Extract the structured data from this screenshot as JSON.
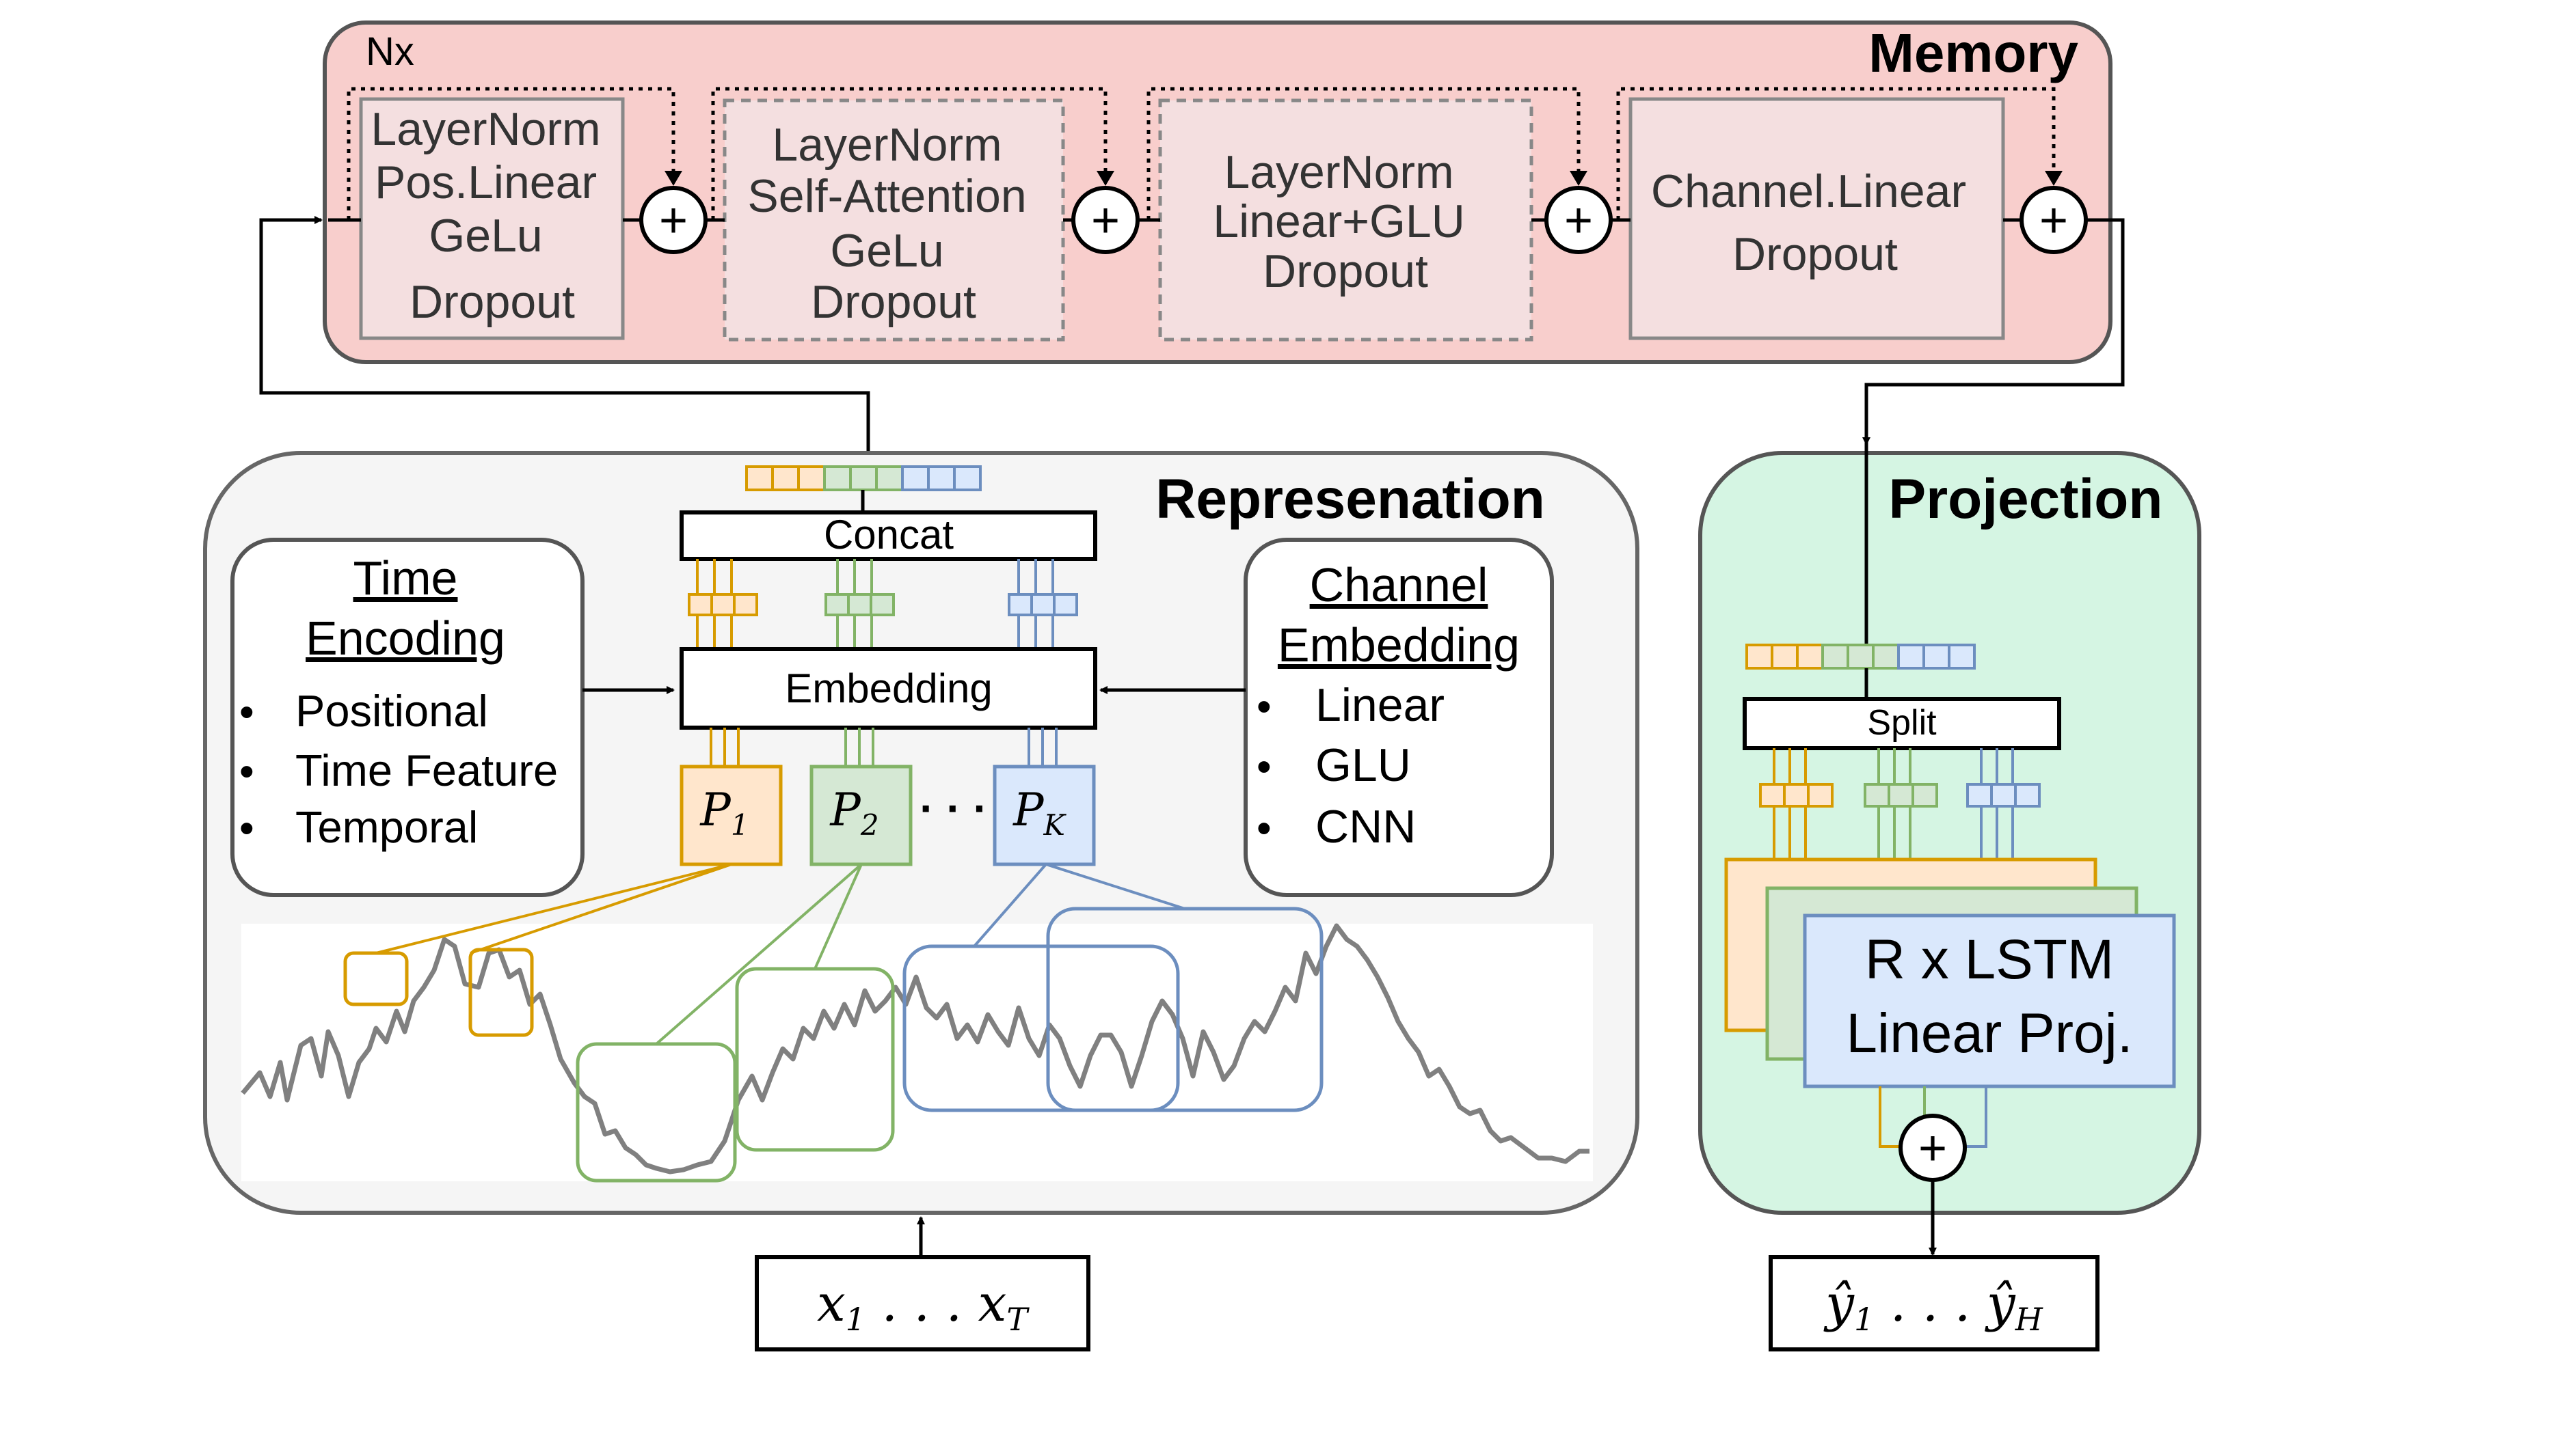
{
  "memory": {
    "title": "Memory",
    "repeat_label": "Nx",
    "blocks": [
      {
        "lines": [
          "LayerNorm",
          "Pos.Linear",
          "GeLu",
          "Dropout"
        ]
      },
      {
        "lines": [
          "LayerNorm",
          "Self-Attention",
          "GeLu",
          "Dropout"
        ]
      },
      {
        "lines": [
          "LayerNorm",
          "Linear+GLU",
          "Dropout"
        ]
      },
      {
        "lines": [
          "Channel.Linear",
          "Dropout"
        ]
      }
    ],
    "plus_symbol": "+"
  },
  "representation": {
    "title": "Represenation",
    "concat_label": "Concat",
    "embedding_label": "Embedding",
    "time_encoding": {
      "title_line1": "Time",
      "title_line2": "Encoding",
      "items": [
        "Positional",
        "Time Feature",
        "Temporal"
      ]
    },
    "channel_embedding": {
      "title_line1": "Channel",
      "title_line2": "Embedding",
      "items": [
        "Linear",
        "GLU",
        "CNN"
      ]
    },
    "patches": [
      {
        "label": "P",
        "sub": "1"
      },
      {
        "label": "P",
        "sub": "2"
      },
      {
        "label": "P",
        "sub": "K"
      }
    ],
    "ellipsis": "· · ·"
  },
  "projection": {
    "title": "Projection",
    "split_label": "Split",
    "lstm_line1": "R x LSTM",
    "lstm_line2": "Linear Proj.",
    "plus_symbol": "+"
  },
  "input": {
    "x": "x",
    "sub1": "1",
    "dots": " . . . ",
    "subT": "T"
  },
  "output": {
    "y": "ŷ",
    "sub1": "1",
    "dots": " . . . ",
    "subH": "H"
  },
  "bullet": "•",
  "colors": {
    "orange": "#d79b00",
    "orange_fill": "#ffe6cc",
    "green": "#82b366",
    "green_fill": "#d5e8d4",
    "blue": "#6c8ebf",
    "blue_fill": "#dae8fc",
    "memory_fill": "#f8cecc",
    "projection_fill": "#d5f5e3",
    "representation_fill": "#f5f5f5",
    "series_line": "#808080"
  }
}
